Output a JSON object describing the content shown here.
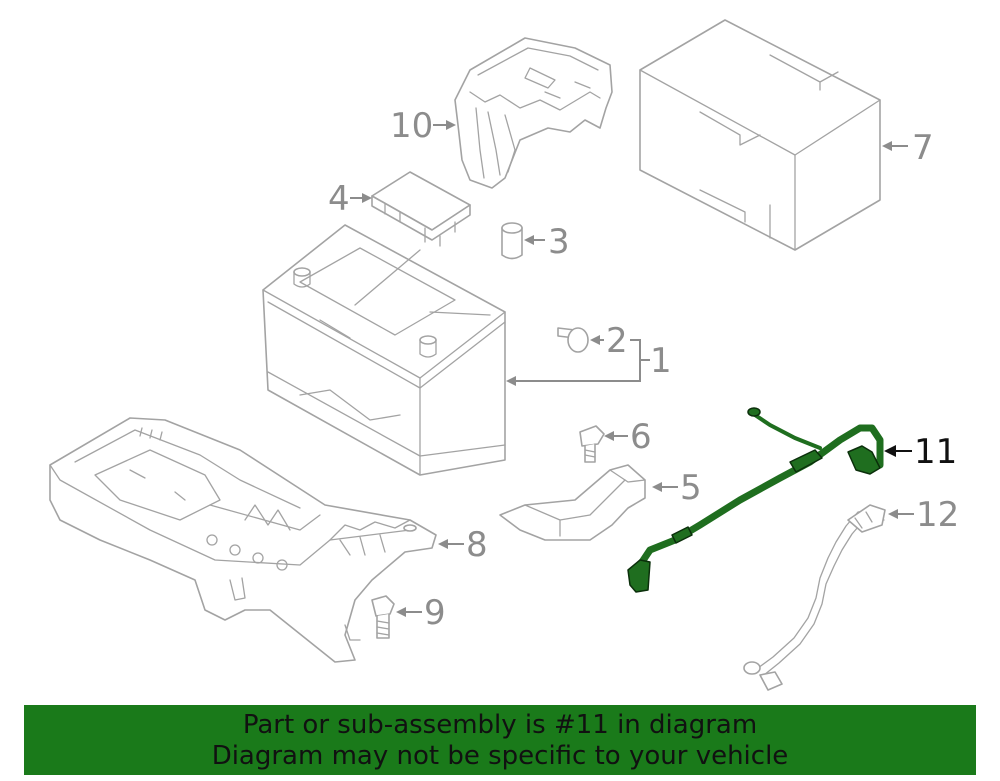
{
  "callouts": {
    "c1": "1",
    "c2": "2",
    "c3": "3",
    "c4": "4",
    "c5": "5",
    "c6": "6",
    "c7": "7",
    "c8": "8",
    "c9": "9",
    "c10": "10",
    "c11": "11",
    "c12": "12"
  },
  "highlighted_part": "11",
  "colors": {
    "highlight": "#1f6e1f",
    "banner": "#1a7a1a",
    "line": "#a3a3a3",
    "label": "#8c8c8c"
  },
  "banner": {
    "line1": "Part or sub-assembly is #11 in diagram",
    "line2": "Diagram may not be specific to your vehicle"
  }
}
